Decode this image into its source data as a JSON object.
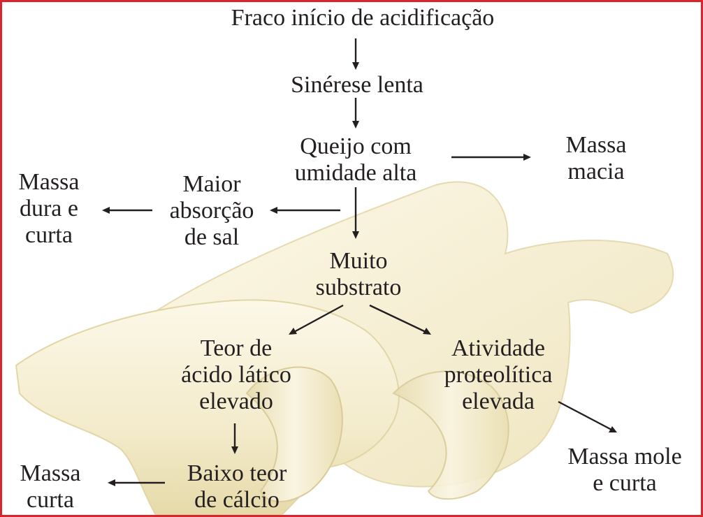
{
  "colors": {
    "border": "#d9262c",
    "text": "#231f20",
    "arrow": "#231f20",
    "cheese_light": "#fbf6e4",
    "cheese_mid": "#f1e9c7",
    "cheese_shadow": "#e2d6a6"
  },
  "image": {
    "icon": "cheese-slices-photo"
  },
  "nodes": {
    "fraco_inicio": "Fraco início de acidificação",
    "sinerese": "Sinérese lenta",
    "queijo_umidade": "Queijo com\numidade alta",
    "massa_macia": "Massa\nmacia",
    "maior_absorcao": "Maior\nabsorção\nde sal",
    "massa_dura": "Massa\ndura e\ncurta",
    "muito_substrato": "Muito\nsubstrato",
    "teor_acido": "Teor de\nácido lático\nelevado",
    "atividade_proteolitica": "Atividade\nproteolítica\nelevada",
    "baixo_calcio": "Baixo teor\nde cálcio",
    "massa_curta": "Massa\ncurta",
    "massa_mole": "Massa mole\ne curta"
  }
}
